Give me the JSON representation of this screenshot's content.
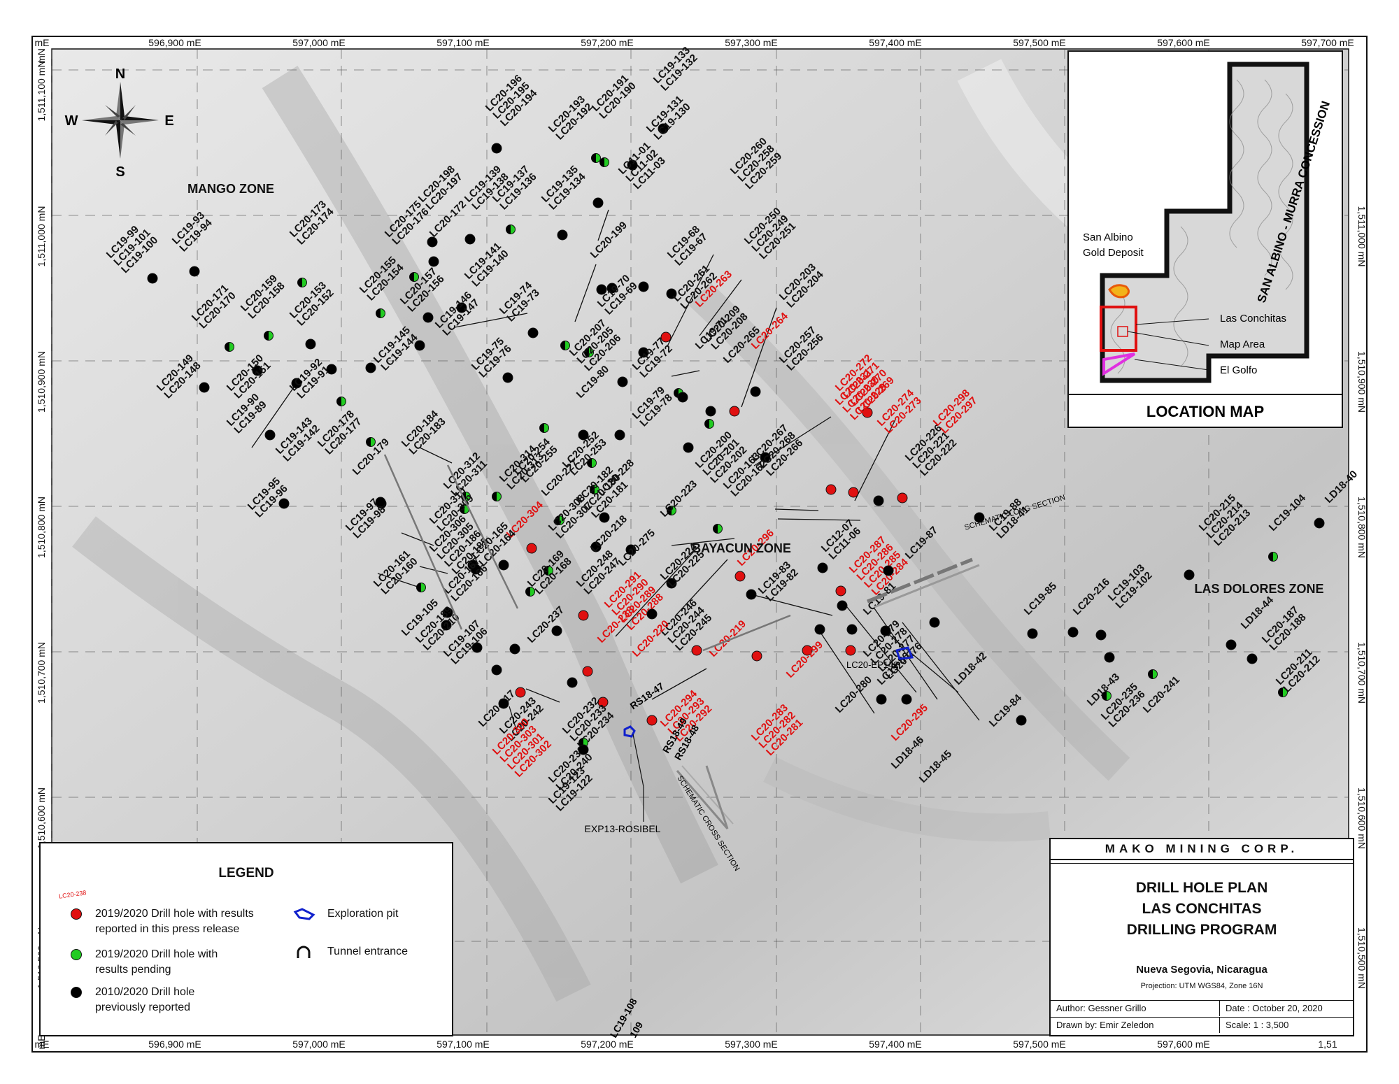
{
  "map": {
    "top_ticks": [
      "mE",
      "596,900 mE",
      "597,000 mE",
      "597,100 mE",
      "597,200 mE",
      "597,300 mE",
      "597,400 mE",
      "597,500 mE",
      "597,600 mE",
      "597,700 mE"
    ],
    "bottom_ticks": [
      "mE",
      "596,900 mE",
      "597,000 mE",
      "597,100 mE",
      "597,200 mE",
      "597,300 mE",
      "597,400 mE",
      "597,500 mE",
      "597,600 mE",
      "1,51"
    ],
    "left_ticks": [
      "mN",
      "1,511,100 mN",
      "1,511,000 mN",
      "1,510,900 mN",
      "1,510,800 mN",
      "1,510,700 mN",
      "1,510,600 mN",
      "1,510,500 mN",
      "mE"
    ],
    "right_ticks": [
      "1,511,000 mN",
      "1,510,900 mN",
      "1,510,800 mN",
      "1,510,700 mN",
      "1,510,600 mN",
      "1,510,500 mN"
    ],
    "compass": {
      "n": "N",
      "s": "S",
      "e": "E",
      "w": "W"
    },
    "zones": {
      "mango": "MANGO ZONE",
      "bayacun": "BAYACUN ZONE",
      "las_dolores": "LAS DOLORES ZONE"
    },
    "annotations": {
      "long_section": "SCHEMATIC LONG SECTION",
      "cross_section": "SCHEMATIC CROSS SECTION",
      "exp13": "EXP13-ROSIBEL",
      "ep142": "LC20-EP142",
      "rs47": "RS18-47",
      "rs49": "RS18-49",
      "rs48": "RS18-48",
      "lc19_108": "LC19-108",
      "lc19_109": "109"
    },
    "colors": {
      "reported": "#e01010",
      "pending": "#22cc22",
      "previous": "#000000",
      "pit": "#1020cc",
      "label_red": "#e01010"
    }
  },
  "holes": [
    {
      "labels": [
        "LC19-133",
        "LC19-132"
      ],
      "color": "red_text_no",
      "type": "previous"
    },
    {
      "labels": [
        "LC20-196",
        "LC20-195",
        "LC20-194"
      ],
      "type": "previous"
    },
    {
      "labels": [
        "LC20-193",
        "LC20-192"
      ],
      "type": "pending"
    },
    {
      "labels": [
        "LC20-191",
        "LC20-190"
      ],
      "type": "pending"
    },
    {
      "labels": [
        "LC19-131",
        "LC19-130"
      ],
      "type": "previous"
    },
    {
      "labels": [
        "LC11-01",
        "LC11-02",
        "LC11-03"
      ],
      "type": "previous"
    },
    {
      "labels": [
        "LC20-198",
        "LC20-197"
      ],
      "type": "previous"
    },
    {
      "labels": [
        "LC19-139",
        "LC19-138"
      ],
      "type": "previous"
    },
    {
      "labels": [
        "LC19-137",
        "LC19-136"
      ],
      "type": "pending"
    },
    {
      "labels": [
        "LC19-135",
        "LC19-134"
      ],
      "type": "previous"
    },
    {
      "labels": [
        "LC20-260",
        "LC20-258",
        "LC20-259"
      ],
      "type": "previous"
    },
    {
      "labels": [
        "LC19-93",
        "LC19-94"
      ],
      "type": "previous"
    },
    {
      "labels": [
        "LC19-99",
        "LC19-101",
        "LC19-100"
      ],
      "type": "previous"
    },
    {
      "labels": [
        "LC20-173",
        "LC20-174"
      ],
      "type": "pending"
    },
    {
      "labels": [
        "LC20-175",
        "LC20-176"
      ],
      "type": "pending"
    },
    {
      "labels": [
        "LC20-172"
      ],
      "type": "previous"
    },
    {
      "labels": [
        "LC19-141",
        "LC19-140"
      ],
      "type": "previous"
    },
    {
      "labels": [
        "LC20-199"
      ],
      "type": "previous"
    },
    {
      "labels": [
        "LC19-68",
        "LC19-67"
      ],
      "type": "previous"
    },
    {
      "labels": [
        "LC20-250",
        "LC20-249",
        "LC20-251"
      ],
      "type": "previous"
    },
    {
      "labels": [
        "LC20-171",
        "LC20-170"
      ],
      "type": "pending"
    },
    {
      "labels": [
        "LC20-159",
        "LC20-158"
      ],
      "type": "pending"
    },
    {
      "labels": [
        "LC20-155",
        "LC20-154"
      ],
      "type": "pending"
    },
    {
      "labels": [
        "LC20-153",
        "LC20-152"
      ],
      "type": "previous"
    },
    {
      "labels": [
        "LC20-157",
        "LC20-156"
      ],
      "type": "previous"
    },
    {
      "labels": [
        "LC19-146",
        "LC19-147"
      ],
      "type": "previous"
    },
    {
      "labels": [
        "LC19-74",
        "LC19-73"
      ],
      "type": "previous"
    },
    {
      "labels": [
        "LC19-70",
        "LC19-69"
      ],
      "type": "pending"
    },
    {
      "labels": [
        "LC20-261",
        "LC20-262"
      ],
      "type": "previous"
    },
    {
      "labels": [
        "LC20-263"
      ],
      "type": "reported"
    },
    {
      "labels": [
        "LC20-209",
        "LC20-208"
      ],
      "type": "pending"
    },
    {
      "labels": [
        "LC20-203",
        "LC20-204"
      ],
      "type": "previous"
    },
    {
      "labels": [
        "LC20-149",
        "LC20-148"
      ],
      "type": "previous"
    },
    {
      "labels": [
        "LC20-150",
        "LC20-151"
      ],
      "type": "previous"
    },
    {
      "labels": [
        "LC19-92",
        "LC19-91"
      ],
      "type": "previous"
    },
    {
      "labels": [
        "LC19-145",
        "LC19-144"
      ],
      "type": "previous"
    },
    {
      "labels": [
        "LC19-75",
        "LC19-76"
      ],
      "type": "previous"
    },
    {
      "labels": [
        "LC20-207",
        "LC20-205",
        "LC20-206"
      ],
      "type": "pending"
    },
    {
      "labels": [
        "LC19-77",
        "LC19-72"
      ],
      "type": "previous"
    },
    {
      "labels": [
        "LC19-71"
      ],
      "type": "previous"
    },
    {
      "labels": [
        "LC20-265"
      ],
      "type": "previous"
    },
    {
      "labels": [
        "LC20-264"
      ],
      "type": "reported"
    },
    {
      "labels": [
        "LC20-257",
        "LC20-256"
      ],
      "type": "pending"
    },
    {
      "labels": [
        "LC19-90",
        "LC19-89"
      ],
      "type": "previous"
    },
    {
      "labels": [
        "LC20-178",
        "LC20-177"
      ],
      "type": "pending"
    },
    {
      "labels": [
        "LC19-80"
      ],
      "type": "previous"
    },
    {
      "labels": [
        "LC19-79",
        "LC19-78"
      ],
      "type": "previous"
    },
    {
      "labels": [
        "LC20-272",
        "LC20-271",
        "LC20-270",
        "LC20-269"
      ],
      "type": "reported"
    },
    {
      "labels": [
        "LC19-143",
        "LC19-142"
      ],
      "type": "previous"
    },
    {
      "labels": [
        "LC20-179"
      ],
      "type": "pending"
    },
    {
      "labels": [
        "LC20-184",
        "LC20-183"
      ],
      "type": "previous"
    },
    {
      "labels": [
        "LC20-312",
        "LC20-311"
      ],
      "type": "pending"
    },
    {
      "labels": [
        "LC20-254",
        "LC20-255"
      ],
      "type": "pending"
    },
    {
      "labels": [
        "LC20-252",
        "LC20-253"
      ],
      "type": "pending"
    },
    {
      "labels": [
        "LC20-200",
        "LC20-201",
        "LC20-202"
      ],
      "type": "previous"
    },
    {
      "labels": [
        "LC20-267",
        "LC20-268",
        "LC20-266"
      ],
      "type": "previous"
    },
    {
      "labels": [
        "LC20-231",
        "LC20-230",
        "LC20-229"
      ],
      "type": "reported"
    },
    {
      "labels": [
        "LC20-274",
        "LC20-273"
      ],
      "type": "reported"
    },
    {
      "labels": [
        "LC20-226",
        "LC20-221",
        "LC20-222"
      ],
      "type": "previous"
    },
    {
      "labels": [
        "LC20-298",
        "LC20-297"
      ],
      "type": "reported"
    },
    {
      "labels": [
        "LD18-40"
      ],
      "type": "previous"
    },
    {
      "labels": [
        "LC19-95",
        "LC19-96"
      ],
      "type": "previous"
    },
    {
      "labels": [
        "LC19-97",
        "LC19-98"
      ],
      "type": "previous"
    },
    {
      "labels": [
        "LC20-310",
        "LC20-309"
      ],
      "type": "pending"
    },
    {
      "labels": [
        "LC20-314",
        "LC20-313"
      ],
      "type": "pending"
    },
    {
      "labels": [
        "LC20-227"
      ],
      "type": "pending"
    },
    {
      "labels": [
        "LC20-182",
        "LC20-180",
        "LC20-181"
      ],
      "type": "pending"
    },
    {
      "labels": [
        "LC20-228"
      ],
      "type": "previous"
    },
    {
      "labels": [
        "LC20-223"
      ],
      "type": "pending"
    },
    {
      "labels": [
        "LC20-163",
        "LC20-162"
      ],
      "type": "pending"
    },
    {
      "labels": [
        "LC20-304"
      ],
      "type": "reported"
    },
    {
      "labels": [
        "LC20-308",
        "LC20-307"
      ],
      "type": "pending"
    },
    {
      "labels": [
        "LC20-306",
        "LC20-305",
        "LC20-186",
        "LC20-185"
      ],
      "type": "previous"
    },
    {
      "labels": [
        "LC20-161",
        "LC20-160"
      ],
      "type": "pending"
    },
    {
      "labels": [
        "LC20-165",
        "LC20-164"
      ],
      "type": "previous"
    },
    {
      "labels": [
        "LC20-218"
      ],
      "type": "previous"
    },
    {
      "labels": [
        "LC20-275"
      ],
      "type": "previous"
    },
    {
      "labels": [
        "LC20-224",
        "LC20-225"
      ],
      "type": "previous"
    },
    {
      "labels": [
        "LC20-296"
      ],
      "type": "reported"
    },
    {
      "labels": [
        "LC12-07",
        "LC11-06"
      ],
      "type": "previous"
    },
    {
      "labels": [
        "LC20-287",
        "LC20-286",
        "LC20-285",
        "LC20-284"
      ],
      "type": "reported"
    },
    {
      "labels": [
        "LC19-87"
      ],
      "type": "previous"
    },
    {
      "labels": [
        "LC19-88",
        "LD18-41"
      ],
      "type": "previous"
    },
    {
      "labels": [
        "LC20-215",
        "LC20-214",
        "LC20-213"
      ],
      "type": "previous"
    },
    {
      "labels": [
        "LC19-104"
      ],
      "type": "pending"
    },
    {
      "labels": [
        "LC19-105"
      ],
      "type": "previous"
    },
    {
      "labels": [
        "LC20-167",
        "LC20-166"
      ],
      "type": "previous"
    },
    {
      "labels": [
        "LC20-169",
        "LC20-168"
      ],
      "type": "pending"
    },
    {
      "labels": [
        "LC20-248",
        "LC20-247"
      ],
      "type": "previous"
    },
    {
      "labels": [
        "LC20-291",
        "LC20-290",
        "LC20-289",
        "LC20-288"
      ],
      "type": "reported"
    },
    {
      "labels": [
        "LC19-83",
        "LC19-82"
      ],
      "type": "previous"
    },
    {
      "labels": [
        "LC19-81"
      ],
      "type": "previous"
    },
    {
      "labels": [
        "LC19-85"
      ],
      "type": "previous"
    },
    {
      "labels": [
        "LC20-216"
      ],
      "type": "previous"
    },
    {
      "labels": [
        "LC19-103",
        "LC19-102"
      ],
      "type": "previous"
    },
    {
      "labels": [
        "LC20-189",
        "LC20-210"
      ],
      "type": "previous"
    },
    {
      "labels": [
        "LC19-107",
        "LC19-106"
      ],
      "type": "previous"
    },
    {
      "labels": [
        "LC20-237"
      ],
      "type": "previous"
    },
    {
      "labels": [
        "LC20-238"
      ],
      "type": "reported"
    },
    {
      "labels": [
        "LC20-246",
        "LC20-244",
        "LC20-245"
      ],
      "type": "previous"
    },
    {
      "labels": [
        "LC20-220"
      ],
      "type": "reported"
    },
    {
      "labels": [
        "LC20-219"
      ],
      "type": "reported"
    },
    {
      "labels": [
        "LC20-299"
      ],
      "type": "reported"
    },
    {
      "labels": [
        "LC20-279",
        "LC20-278",
        "LC20-277",
        "LC20-276"
      ],
      "type": "previous"
    },
    {
      "labels": [
        "LC19-86"
      ],
      "type": "previous"
    },
    {
      "labels": [
        "LD18-42"
      ],
      "type": "previous"
    },
    {
      "labels": [
        "LD18-44"
      ],
      "type": "previous"
    },
    {
      "labels": [
        "LC20-187",
        "LC20-188"
      ],
      "type": "previous"
    },
    {
      "labels": [
        "LC20-211",
        "LC20-212"
      ],
      "type": "pending"
    },
    {
      "labels": [
        "LC20-217"
      ],
      "type": "previous"
    },
    {
      "labels": [
        "LC20-232",
        "LC20-233",
        "LC20-234"
      ],
      "type": "previous"
    },
    {
      "labels": [
        "LC20-243",
        "LC20-242"
      ],
      "type": "previous"
    },
    {
      "labels": [
        "LC20-300",
        "LC20-303",
        "LC20-301",
        "LC20-302"
      ],
      "type": "reported"
    },
    {
      "labels": [
        "LC20-294",
        "LC20-293",
        "LC20-292"
      ],
      "type": "reported"
    },
    {
      "labels": [
        "LC20-283",
        "LC20-282",
        "LC20-281"
      ],
      "type": "reported"
    },
    {
      "labels": [
        "LC20-280"
      ],
      "type": "previous"
    },
    {
      "labels": [
        "LC20-295"
      ],
      "type": "reported"
    },
    {
      "labels": [
        "LD18-46"
      ],
      "type": "previous"
    },
    {
      "labels": [
        "LD18-45"
      ],
      "type": "previous"
    },
    {
      "labels": [
        "LC19-84"
      ],
      "type": "previous"
    },
    {
      "labels": [
        "LD18-43"
      ],
      "type": "previous"
    },
    {
      "labels": [
        "LC20-235",
        "LC20-236"
      ],
      "type": "pending"
    },
    {
      "labels": [
        "LC20-241"
      ],
      "type": "pending"
    },
    {
      "labels": [
        "LC20-239",
        "LC20-240"
      ],
      "type": "pending"
    },
    {
      "labels": [
        "LC19-123",
        "LC19-122"
      ],
      "type": "previous"
    }
  ],
  "location_map": {
    "title": "LOCATION MAP",
    "concession": "SAN ALBINO - MURRA CONCESSION",
    "deposit": "San Albino\nGold Deposit",
    "las_conchitas": "Las Conchitas",
    "map_area": "Map Area",
    "el_golfo": "El Golfo"
  },
  "legend": {
    "title": "LEGEND",
    "sample_label": "LC20-238",
    "items": [
      {
        "text": "2019/2020 Drill hole with results\nreported in this press release",
        "color": "#e01010"
      },
      {
        "text": "2019/2020 Drill hole with\nresults pending",
        "color": "#22cc22"
      },
      {
        "text": "2010/2020 Drill hole\npreviously reported",
        "color": "#000000"
      }
    ],
    "pit": "Exploration pit",
    "tunnel": "Tunnel entrance"
  },
  "title_block": {
    "company": "MAKO MINING CORP.",
    "line1": "DRILL HOLE PLAN",
    "line2": "LAS CONCHITAS",
    "line3": "DRILLING PROGRAM",
    "region": "Nueva Segovia, Nicaragua",
    "projection": "Projection: UTM WGS84, Zone 16N",
    "author": "Author: Gessner Grillo",
    "date": "Date : October 20, 2020",
    "drawn": "Drawn by: Emir Zeledon",
    "scale": "Scale: 1 :  3,500"
  }
}
